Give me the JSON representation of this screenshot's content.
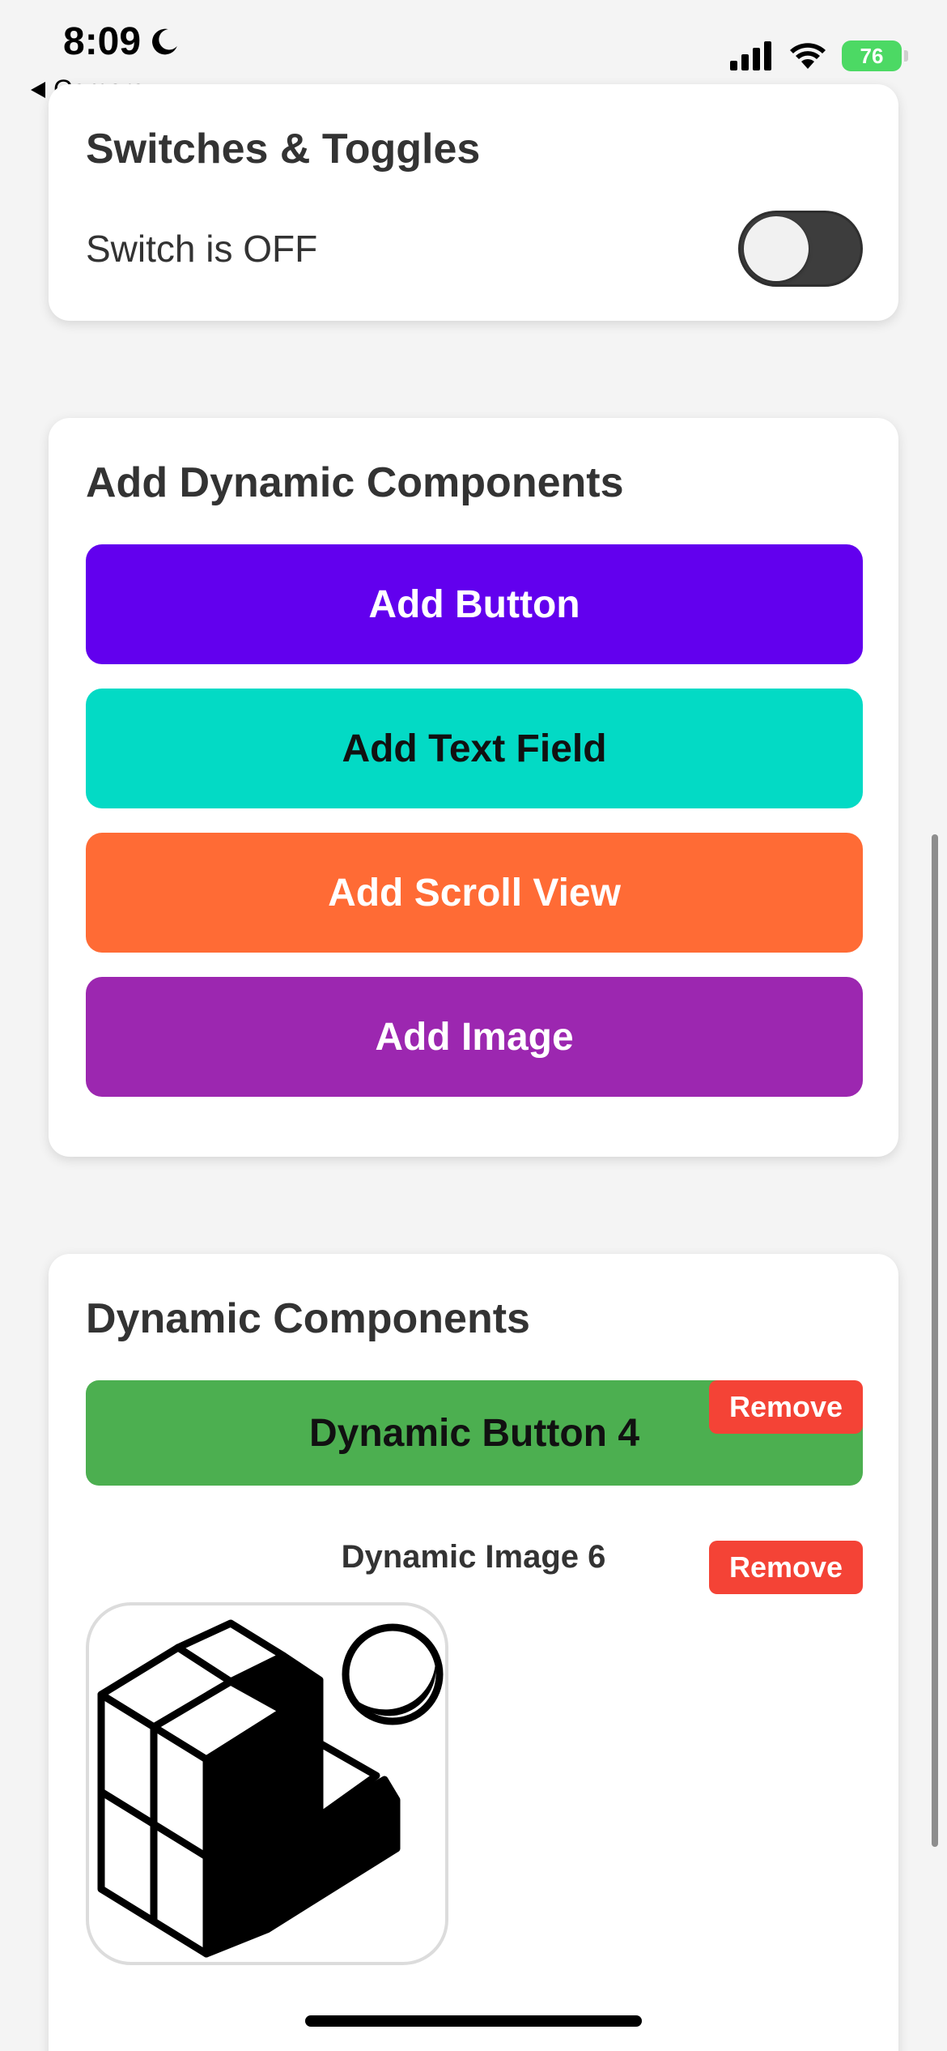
{
  "status_bar": {
    "time": "8:09",
    "battery": "76",
    "back_label": "Camera"
  },
  "switch_section": {
    "title": "Switches & Toggles",
    "label": "Switch is OFF",
    "state": "off"
  },
  "add_section": {
    "title": "Add Dynamic Components",
    "buttons": [
      {
        "label": "Add Button",
        "color": "#6200ee"
      },
      {
        "label": "Add Text Field",
        "color": "#03dac5"
      },
      {
        "label": "Add Scroll View",
        "color": "#ff6b35"
      },
      {
        "label": "Add Image",
        "color": "#9c27b0"
      }
    ]
  },
  "dynamic_section": {
    "title": "Dynamic Components",
    "items": [
      {
        "label": "Dynamic Button 4",
        "remove_label": "Remove",
        "color": "#4caf50"
      },
      {
        "label": "Dynamic Image 6",
        "remove_label": "Remove",
        "icon": "cubes-icon"
      }
    ]
  }
}
